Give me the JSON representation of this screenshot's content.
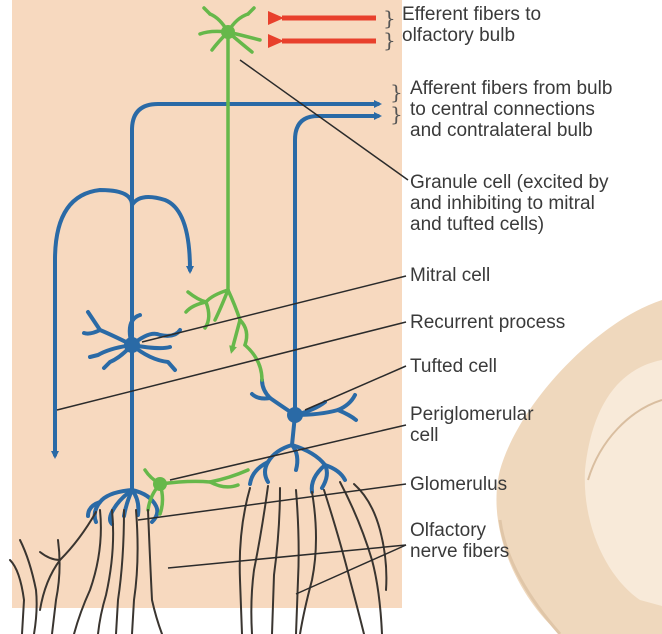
{
  "labels": {
    "efferent_fibers": "Efferent fibers to\nolfactory bulb",
    "afferent_fibers": "Afferent fibers from bulb\nto central connections\nand contralateral bulb",
    "granule_cell": "Granule cell (excited by\nand inhibiting to mitral\nand tufted cells)",
    "mitral_cell": "Mitral cell",
    "recurrent_process": "Recurrent process",
    "tufted_cell": "Tufted cell",
    "periglomerular_cell": "Periglomerular\ncell",
    "glomerulus": "Glomerulus",
    "olfactory_nerve_fibers": "Olfactory\nnerve fibers"
  },
  "colors": {
    "background_panel": "#f7d9bf",
    "efferent_arrows": "#e8402c",
    "granule_neuron": "#66b84a",
    "blue_neurons": "#2a6aa6",
    "nerve_fibers": "#3a3530",
    "leader_lines": "#2b2b2b",
    "label_text": "#3a3a3a",
    "bulb_shading": "#ecd3b6"
  }
}
